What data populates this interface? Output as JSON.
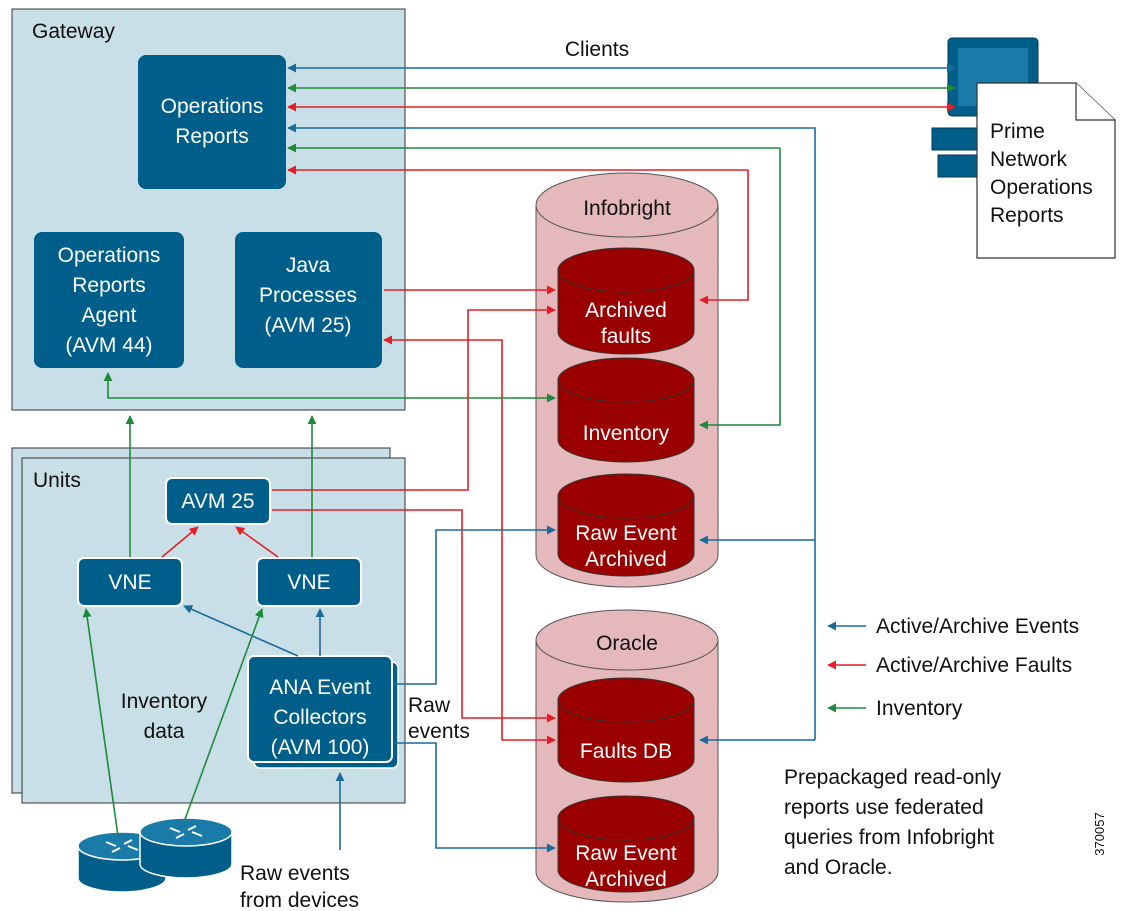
{
  "gateway": {
    "title": "Gateway",
    "operations_reports": [
      "Operations",
      "Reports"
    ],
    "agent": [
      "Operations",
      "Reports",
      "Agent",
      "(AVM 44)"
    ],
    "java": [
      "Java",
      "Processes",
      "(AVM 25)"
    ]
  },
  "clients_label": "Clients",
  "prime_client": [
    "Prime",
    "Network",
    "Operations",
    "Reports"
  ],
  "units": {
    "title": "Units",
    "avm25": "AVM 25",
    "vne_left": "VNE",
    "vne_right": "VNE",
    "ana": [
      "ANA Event",
      "Collectors",
      "(AVM 100)"
    ],
    "inventory_data": [
      "Inventory",
      "data"
    ]
  },
  "raw_events": [
    "Raw",
    "events"
  ],
  "raw_events_devices": [
    "Raw events",
    "from devices"
  ],
  "infobright": {
    "title": "Infobright",
    "archived_faults": [
      "Archived",
      "faults"
    ],
    "inventory": "Inventory",
    "raw_event_archived": [
      "Raw Event",
      "Archived"
    ]
  },
  "oracle": {
    "title": "Oracle",
    "faults_db": "Faults DB",
    "raw_event_archived": [
      "Raw Event",
      "Archived"
    ]
  },
  "legend": {
    "events": "Active/Archive Events",
    "faults": "Active/Archive Faults",
    "inventory": "Inventory"
  },
  "note": [
    "Prepackaged read-only",
    "reports use federated",
    "queries from Infobright",
    "and Oracle."
  ],
  "figure_id": "370057",
  "colors": {
    "events": "#1a6a9a",
    "faults": "#e41e26",
    "inventory": "#1e8a3c",
    "module": "#005f8a",
    "panel": "#c9dfe8",
    "cylinder": "#e5b9bb",
    "db": "#9b0000"
  }
}
